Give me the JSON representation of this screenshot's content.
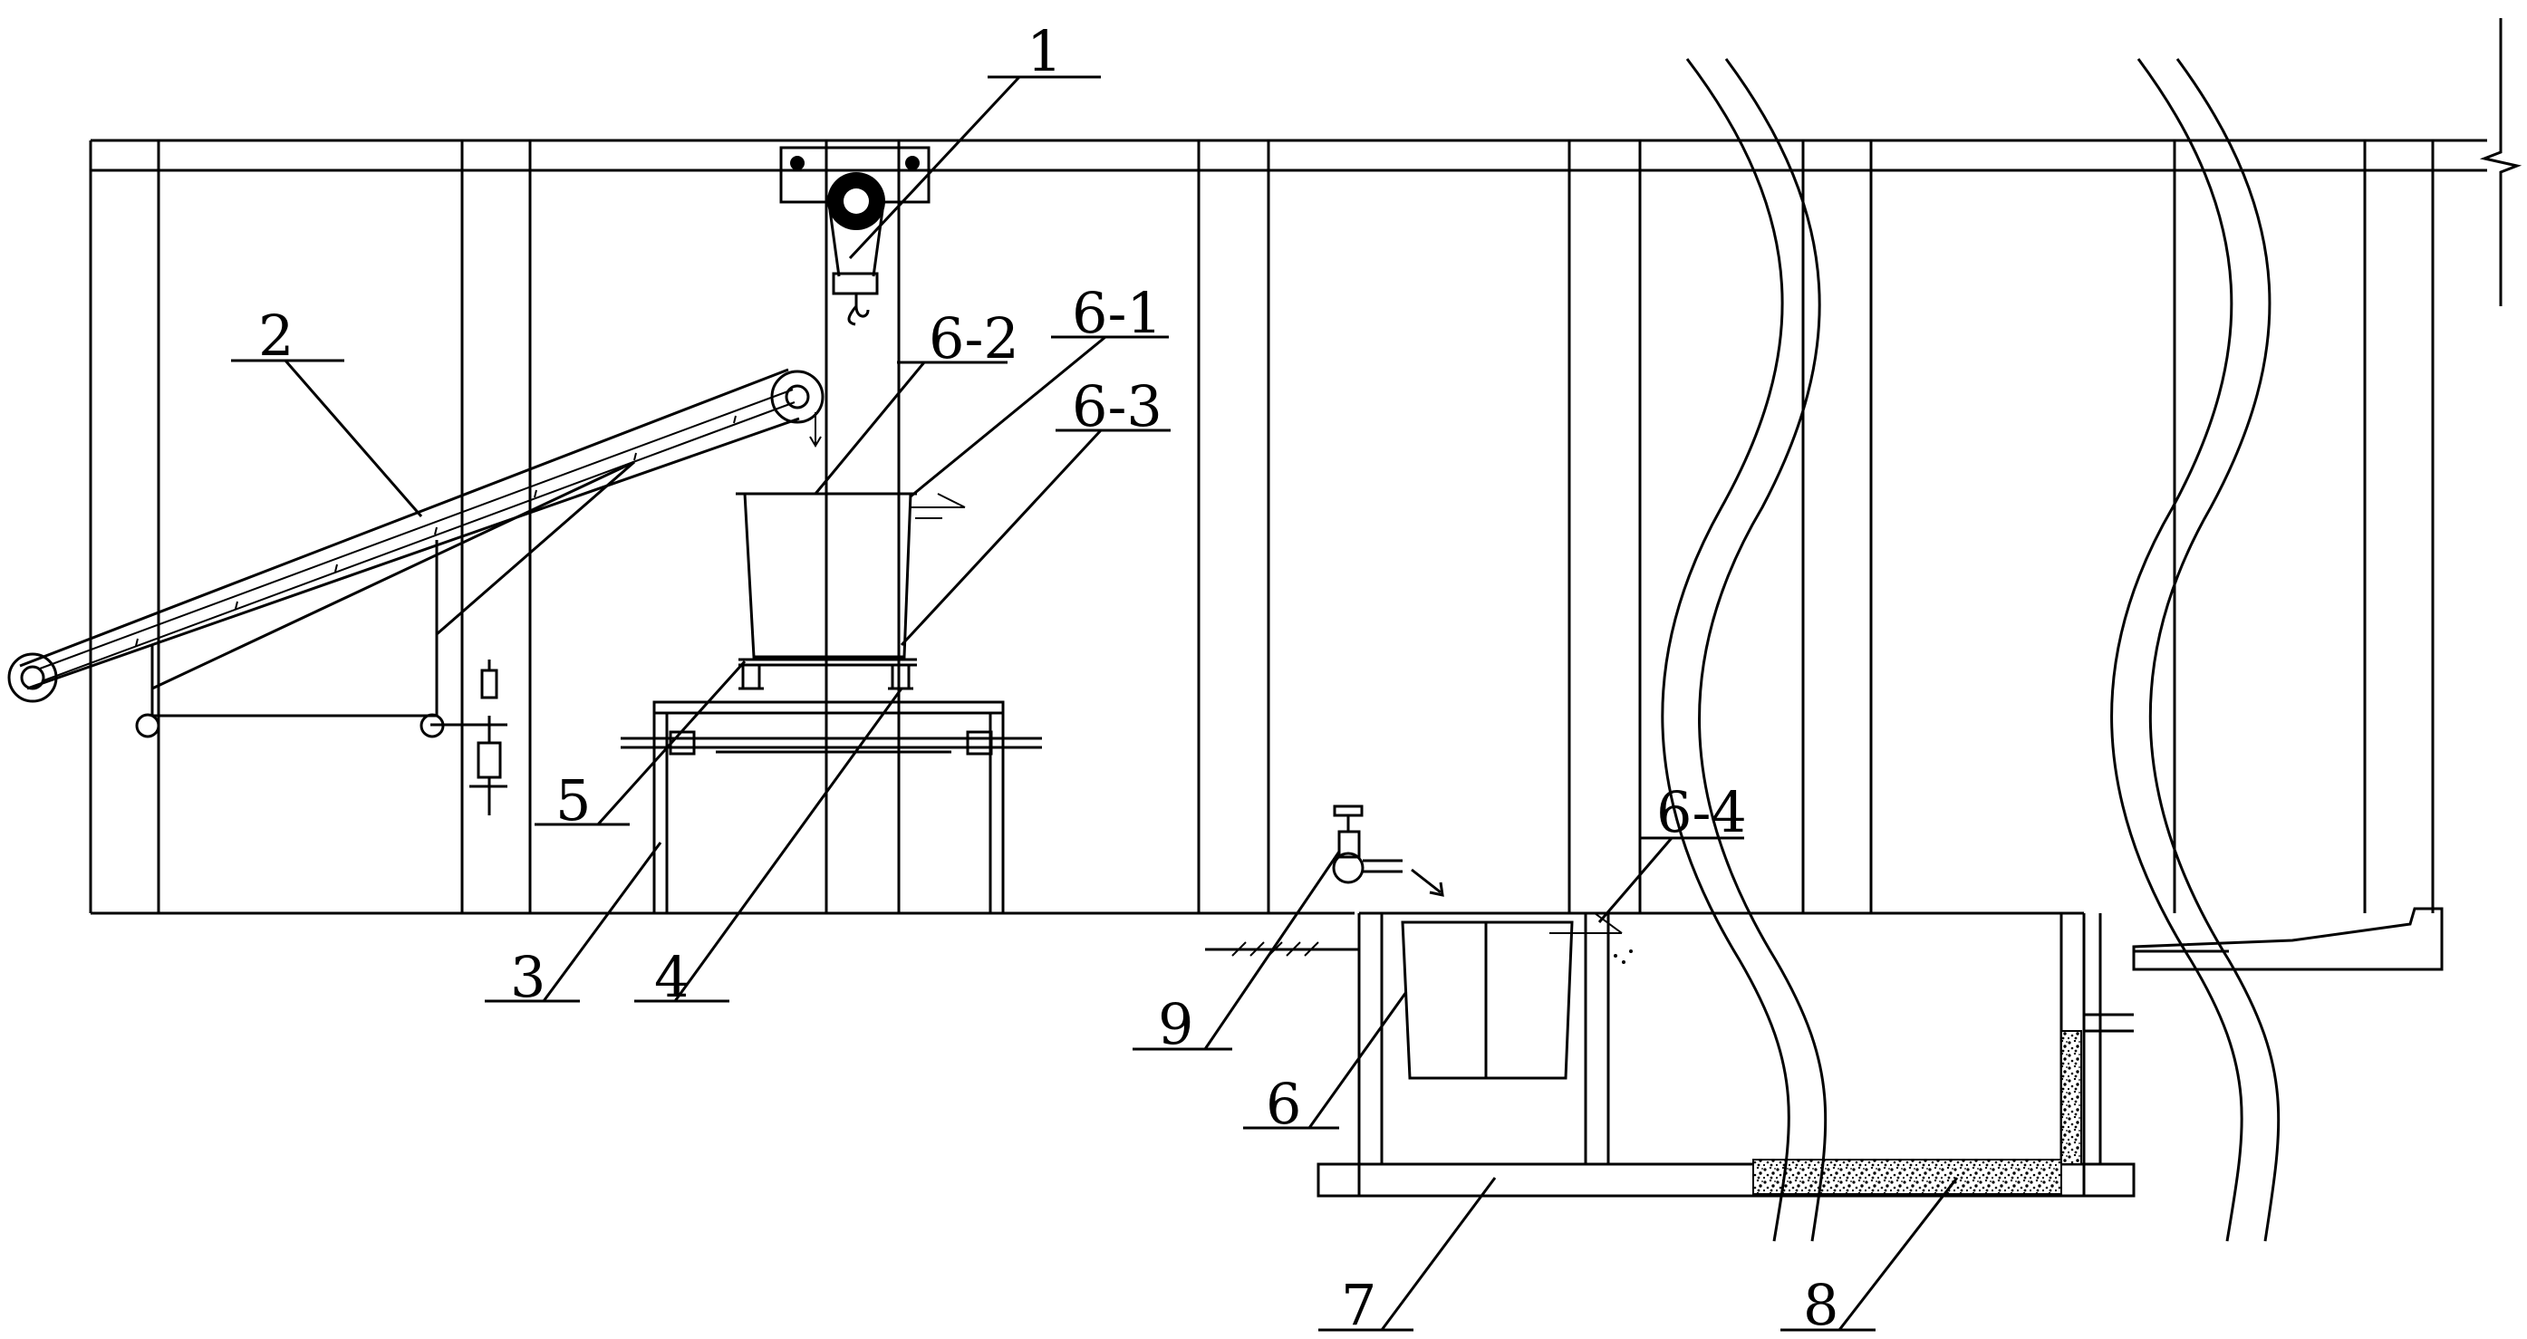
{
  "labels": {
    "l1": "1",
    "l2": "2",
    "l3": "3",
    "l4": "4",
    "l5": "5",
    "l6": "6",
    "l61": "6-1",
    "l62": "6-2",
    "l63": "6-3",
    "l64": "6-4",
    "l7": "7",
    "l8": "8",
    "l9": "9"
  }
}
